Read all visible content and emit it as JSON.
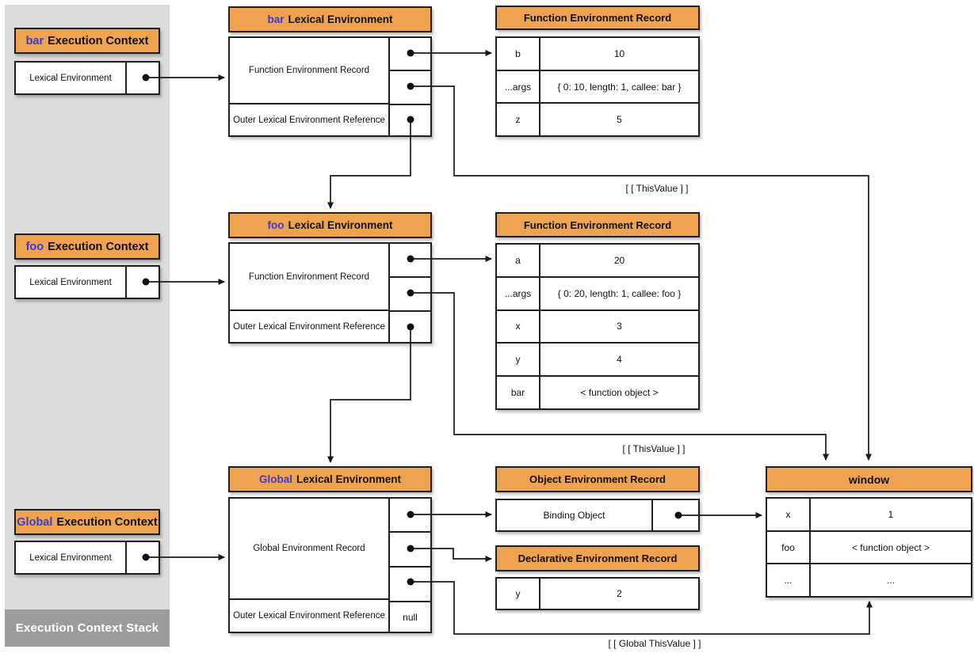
{
  "colors": {
    "orange": "#efa351",
    "keyword_blue": "#3a3ad6",
    "stack_bg": "#dbdbdb",
    "stack_band": "#9c9c9c",
    "line": "#1a1a1a"
  },
  "stack": {
    "label": "Execution Context Stack"
  },
  "execution_contexts": {
    "bar": {
      "name": "bar",
      "title": "Execution Context",
      "cell": "Lexical Environment"
    },
    "foo": {
      "name": "foo",
      "title": "Execution Context",
      "cell": "Lexical Environment"
    },
    "global": {
      "name": "Global",
      "title": "Execution Context",
      "cell": "Lexical Environment"
    }
  },
  "lexical_environments": {
    "bar": {
      "name": "bar",
      "title": "Lexical Environment",
      "record": "Function Environment Record",
      "outer": "Outer Lexical Environment Reference",
      "outer_value": ""
    },
    "foo": {
      "name": "foo",
      "title": "Lexical Environment",
      "record": "Function Environment Record",
      "outer": "Outer Lexical Environment Reference",
      "outer_value": ""
    },
    "global": {
      "name": "Global",
      "title": "Lexical Environment",
      "record": "Global Environment Record",
      "outer": "Outer Lexical Environment Reference",
      "outer_value": "null"
    }
  },
  "records": {
    "bar_fer": {
      "title": "Function Environment Record",
      "rows": [
        {
          "key": "b",
          "value": "10"
        },
        {
          "key": "...args",
          "value": "{ 0: 10, length: 1, callee: bar }"
        },
        {
          "key": "z",
          "value": "5"
        }
      ]
    },
    "foo_fer": {
      "title": "Function Environment Record",
      "rows": [
        {
          "key": "a",
          "value": "20"
        },
        {
          "key": "...args",
          "value": "{ 0: 20, length: 1, callee: foo }"
        },
        {
          "key": "x",
          "value": "3"
        },
        {
          "key": "y",
          "value": "4"
        },
        {
          "key": "bar",
          "value": "< function object >"
        }
      ]
    },
    "object_record": {
      "title": "Object Environment Record",
      "binding": "Binding Object"
    },
    "declarative_record": {
      "title": "Declarative Environment Record",
      "rows": [
        {
          "key": "y",
          "value": "2"
        }
      ]
    },
    "window_object": {
      "title": "window",
      "rows": [
        {
          "key": "x",
          "value": "1"
        },
        {
          "key": "foo",
          "value": "< function object >"
        },
        {
          "key": "...",
          "value": "..."
        }
      ]
    }
  },
  "labels": {
    "this_value_bar": "[ [ ThisValue ] ]",
    "this_value_foo": "[ [ ThisValue ] ]",
    "this_value_global": "[ [ Global ThisValue ] ]"
  }
}
